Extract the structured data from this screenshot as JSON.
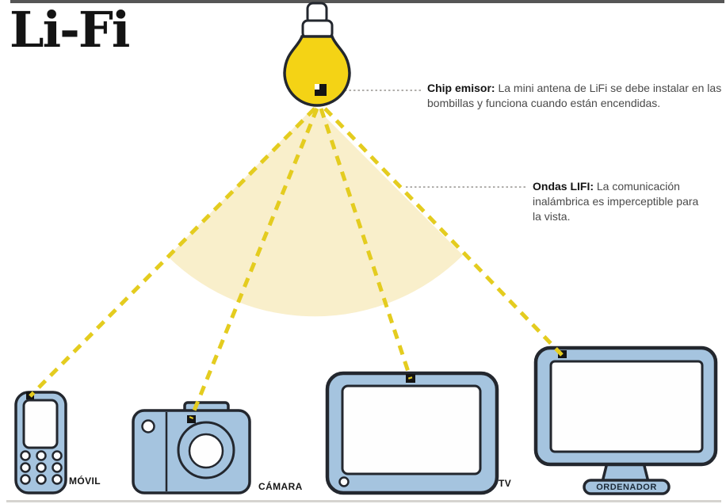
{
  "page": {
    "title": "Li-Fi"
  },
  "annotations": {
    "chip_emisor": {
      "label": "Chip emisor:",
      "text": "La mini antena de LiFi se debe instalar en las bombillas y funciona cuando están encendidas."
    },
    "ondas_lifi": {
      "label": "Ondas LIFI:",
      "text": "La comunicación inalámbrica es imperceptible para la vista."
    }
  },
  "device_labels": {
    "movil": "MÓVIL",
    "camara": "CÁMARA",
    "tv": "TV",
    "ordenador": "ORDENADOR"
  },
  "icons": [
    "lightbulb-icon",
    "bulb-chip-icon",
    "mobile-phone-icon",
    "camera-icon",
    "tv-icon",
    "computer-icon"
  ],
  "colors": {
    "bulb_yellow": "#f4d315",
    "ray_yellow": "#e4cc1f",
    "light_cone": "#f9efcb",
    "device_blue": "#a5c4df",
    "outline_dark": "#23272e",
    "connector_gray": "#b0aeab",
    "text_gray": "#4a4a4a",
    "top_bar": "#565656",
    "bottom_line": "#d6d4d0"
  }
}
